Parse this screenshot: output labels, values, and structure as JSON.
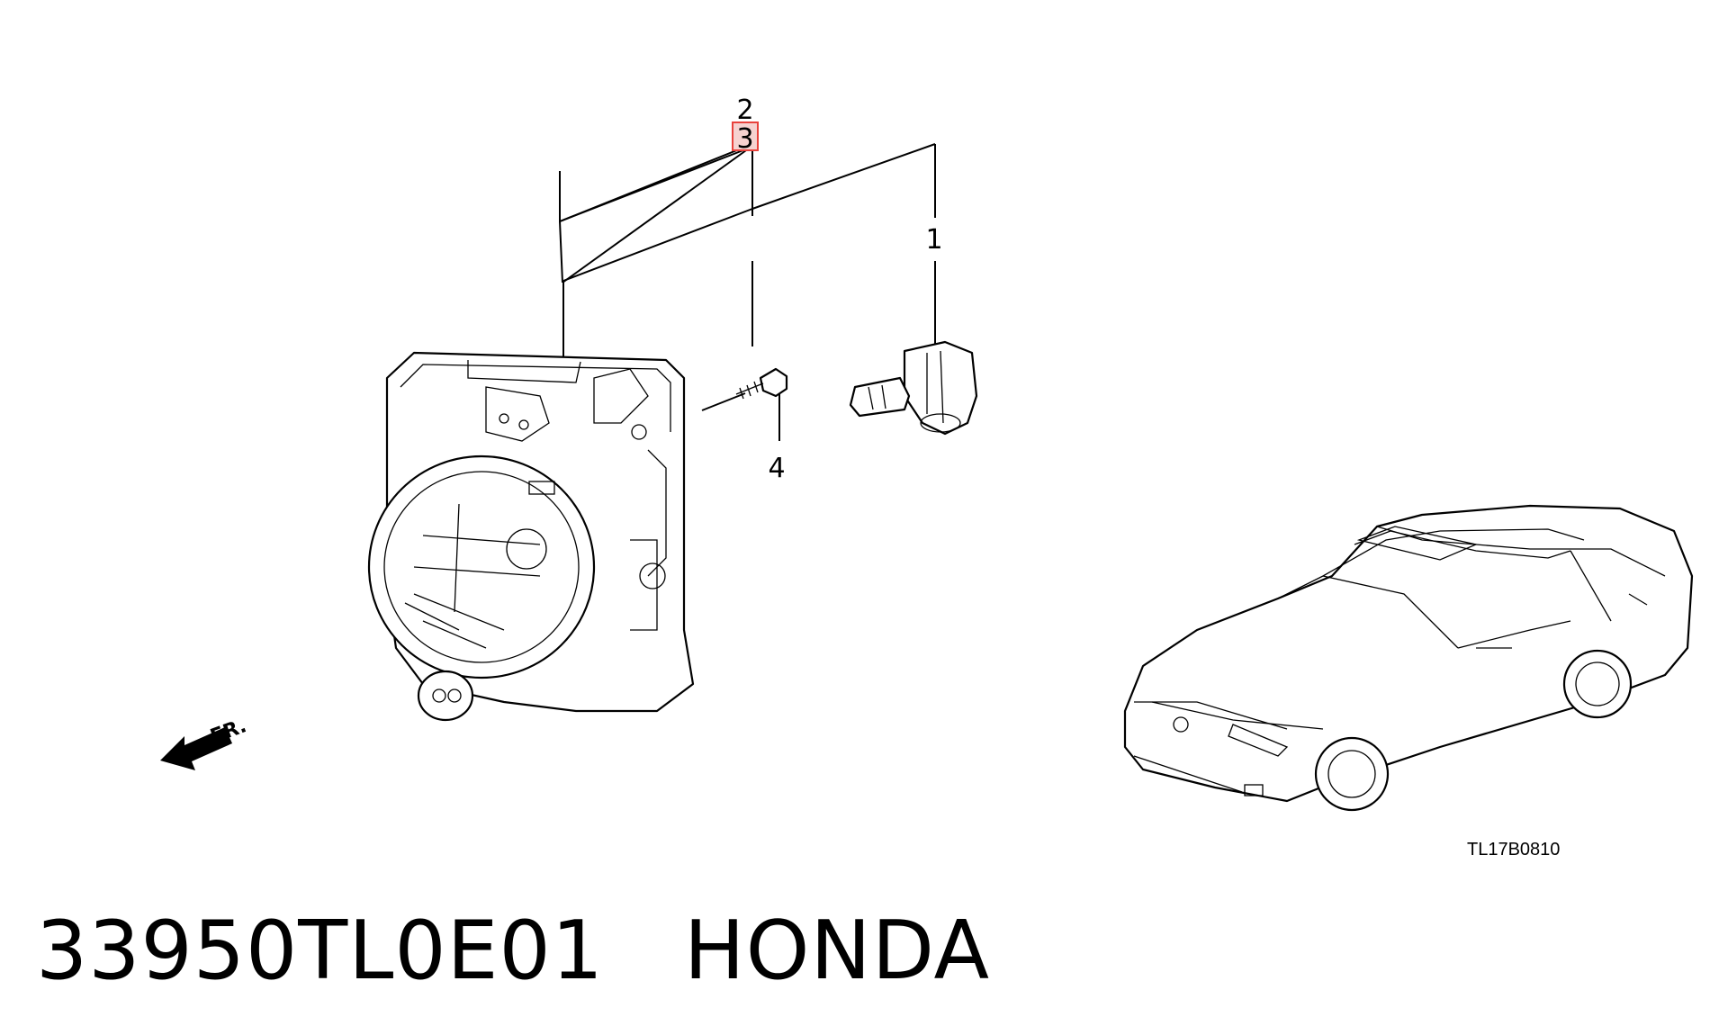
{
  "callouts": {
    "c1": "1",
    "c2": "2",
    "c3": "3",
    "c4": "4"
  },
  "front_label": "FR.",
  "diagram_code": "TL17B0810",
  "footer": {
    "part_number": "33950TL0E01",
    "brand": "HONDA"
  },
  "colors": {
    "highlight_box": "#e8423c",
    "highlight_fill": "#f6d2d0"
  }
}
